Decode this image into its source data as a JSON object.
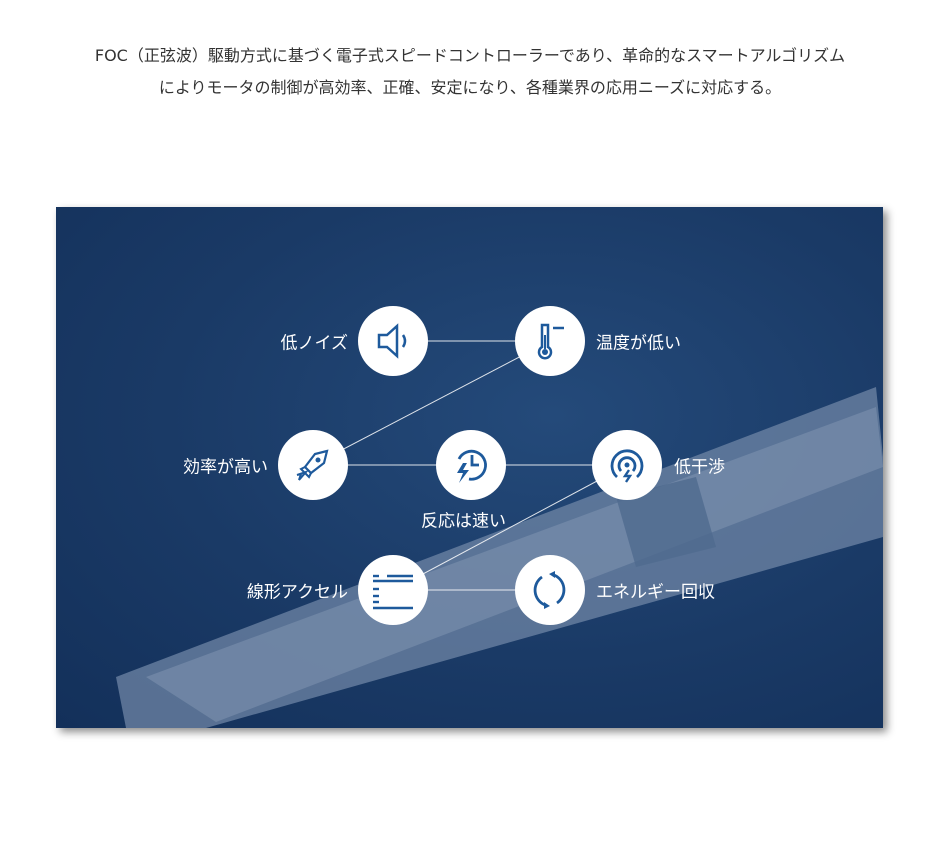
{
  "intro": {
    "line1": "FOC（正弦波）駆動方式に基づく電子式スピードコントローラーであり、革命的なスマートアルゴリズム",
    "line2": "によりモータの制御が高効率、正確、安定になり、各種業界の応用ニーズに対応する。"
  },
  "features": {
    "low_noise": "低ノイズ",
    "low_temp": "温度が低い",
    "high_eff": "効率が高い",
    "fast_response": "反応は速い",
    "low_interference": "低干渉",
    "linear_accel": "線形アクセル",
    "energy_recovery": "エネルギー回収"
  },
  "colors": {
    "icon": "#1e5a9c",
    "panel": "#1a3a66"
  }
}
